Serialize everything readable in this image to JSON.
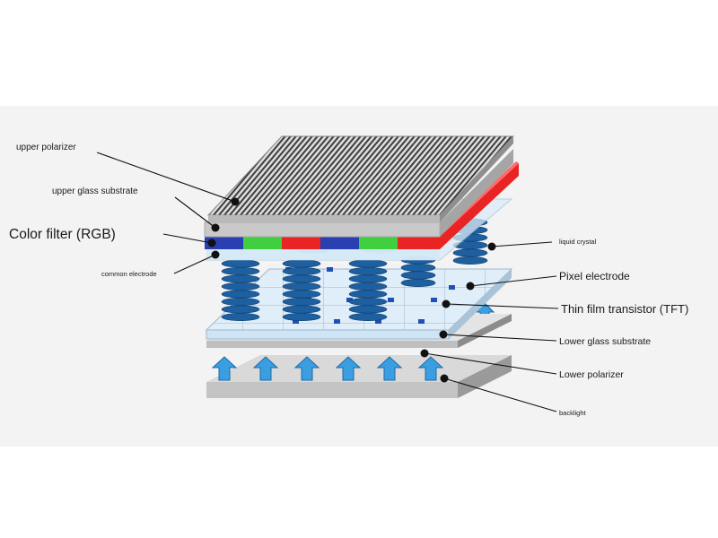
{
  "labels": {
    "upper_polarizer": "upper polarizer",
    "upper_glass_substrate": "upper glass substrate",
    "color_filter": "Color filter (RGB)",
    "common_electrode": "common electrode",
    "liquid_crystal": "liquid crystal",
    "pixel_electrode": "Pixel electrode",
    "tft": "Thin film transistor (TFT)",
    "lower_glass_substrate": "Lower glass substrate",
    "lower_polarizer": "Lower polarizer",
    "backlight": "backlight"
  },
  "colors": {
    "background": "#f3f3f3",
    "panel_gray": "#c9c9c9",
    "panel_dark": "#8e8e8e",
    "glass": "#dcecf8",
    "filter_blue": "#2a3fb0",
    "filter_green": "#3fcf3f",
    "filter_red": "#e82424",
    "crystal": "#1e5fa0",
    "arrow": "#3a9ee0",
    "tft_blue": "#1f4fb8"
  },
  "icons": {
    "crystal": "liquid-crystal-disc-stack-icon",
    "light": "backlight-arrow-icon"
  }
}
